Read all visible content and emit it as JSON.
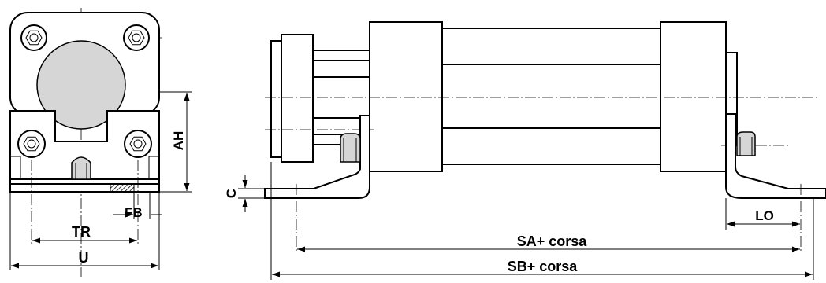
{
  "drawing": {
    "labels": {
      "ah": "AH",
      "fb": "FB",
      "tr": "TR",
      "u": "U",
      "c": "C",
      "lo": "LO",
      "sa": "SA+ corsa",
      "sb": "SB+ corsa"
    },
    "colors": {
      "line": "#000000",
      "body_fill": "#d6d6d6",
      "background": "#ffffff"
    }
  }
}
